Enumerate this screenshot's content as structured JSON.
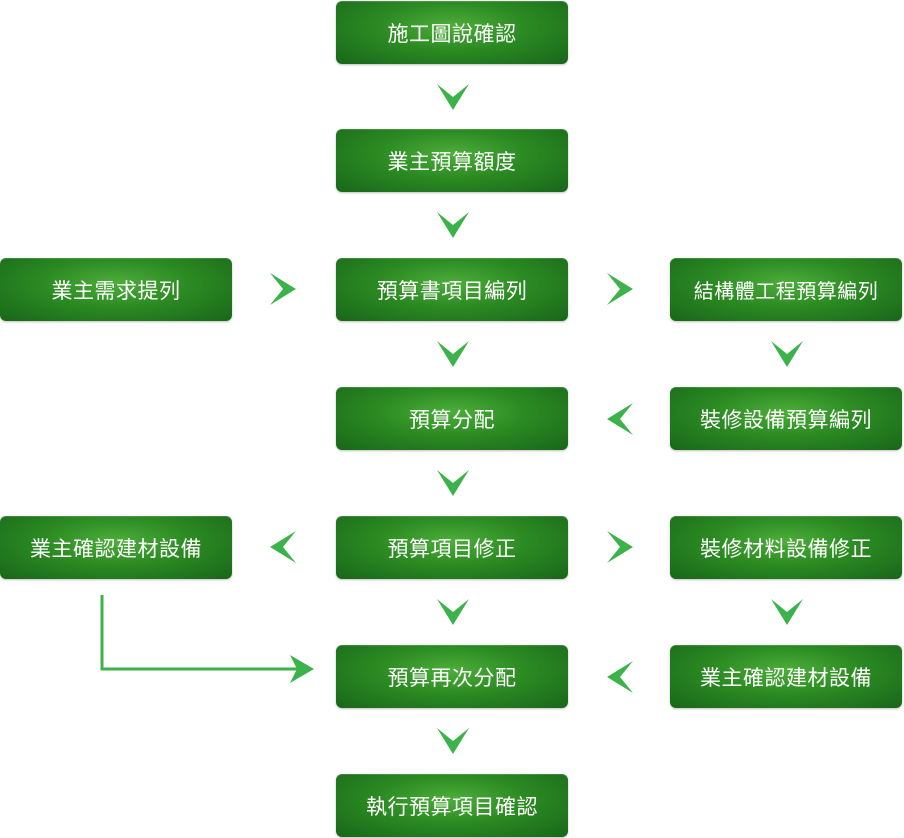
{
  "nodes": {
    "construction_drawing_confirm": "施工圖說確認",
    "owner_budget_limit": "業主預算額度",
    "owner_requirements": "業主需求提列",
    "budget_itemization": "預算書項目編列",
    "structural_budget": "結構體工程預算編列",
    "budget_allocation": "預算分配",
    "finishing_equipment_budget": "裝修設備預算編列",
    "owner_confirm_materials_left": "業主確認建材設備",
    "budget_item_revision": "預算項目修正",
    "finishing_materials_revision": "裝修材料設備修正",
    "budget_reallocation": "預算再次分配",
    "owner_confirm_materials_right": "業主確認建材設備",
    "execute_budget_confirm": "執行預算項目確認"
  },
  "colors": {
    "box_fill": "#2b8a22",
    "box_fill_dark": "#19661a",
    "box_fill_light": "#4cae3a",
    "arrow": "#3cb34a",
    "text": "#ffffff"
  }
}
